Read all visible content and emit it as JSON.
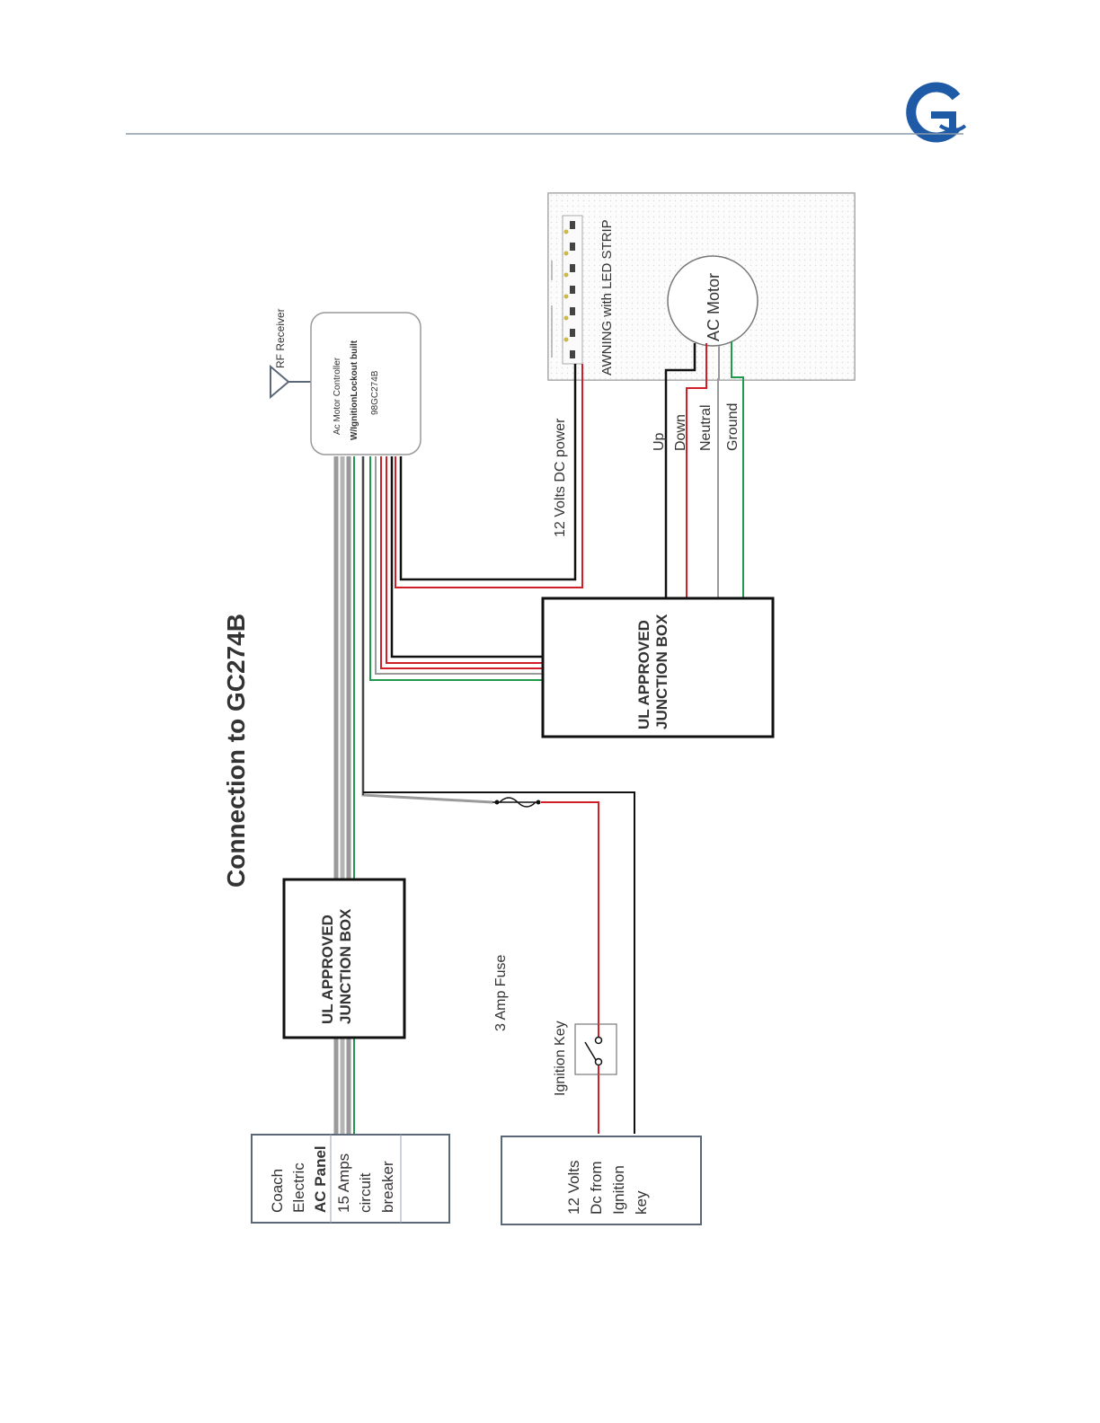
{
  "title": "Connection to GC274B",
  "controller": {
    "line1": "Ac Motor Controller",
    "line2": "W/IgnitionLockout built",
    "line3": "98GC274B"
  },
  "rf_receiver_label": "RF Receiver",
  "awning_label": "AWNING with LED STRIP",
  "motor_label": "AC Motor",
  "dc_power_label": "12 Volts DC power",
  "wire_labels": {
    "up": "Up",
    "down": "Down",
    "neutral": "Neutral",
    "ground": "Ground"
  },
  "junction_box_top": {
    "line1": "UL APPROVED",
    "line2": "JUNCTION BOX"
  },
  "junction_box_bottom": {
    "line1": "UL APPROVED",
    "line2": "JUNCTION BOX"
  },
  "fuse_label": "3 Amp Fuse",
  "ignition_key_label": "Ignition Key",
  "ac_panel": {
    "line1": "Coach",
    "line2": "Electric",
    "line3": "AC Panel",
    "line4": "15 Amps",
    "line5": "circuit",
    "line6": "breaker"
  },
  "dc_source": {
    "line1": "12 Volts",
    "line2": "Dc from",
    "line3": "Ignition",
    "line4": "key"
  },
  "colors": {
    "red": "#d11f2a",
    "black": "#111111",
    "gray": "#9a9a9a",
    "green": "#1f9a4a",
    "box_border": "#5a6878",
    "logo_blue": "#1f5aa6"
  }
}
